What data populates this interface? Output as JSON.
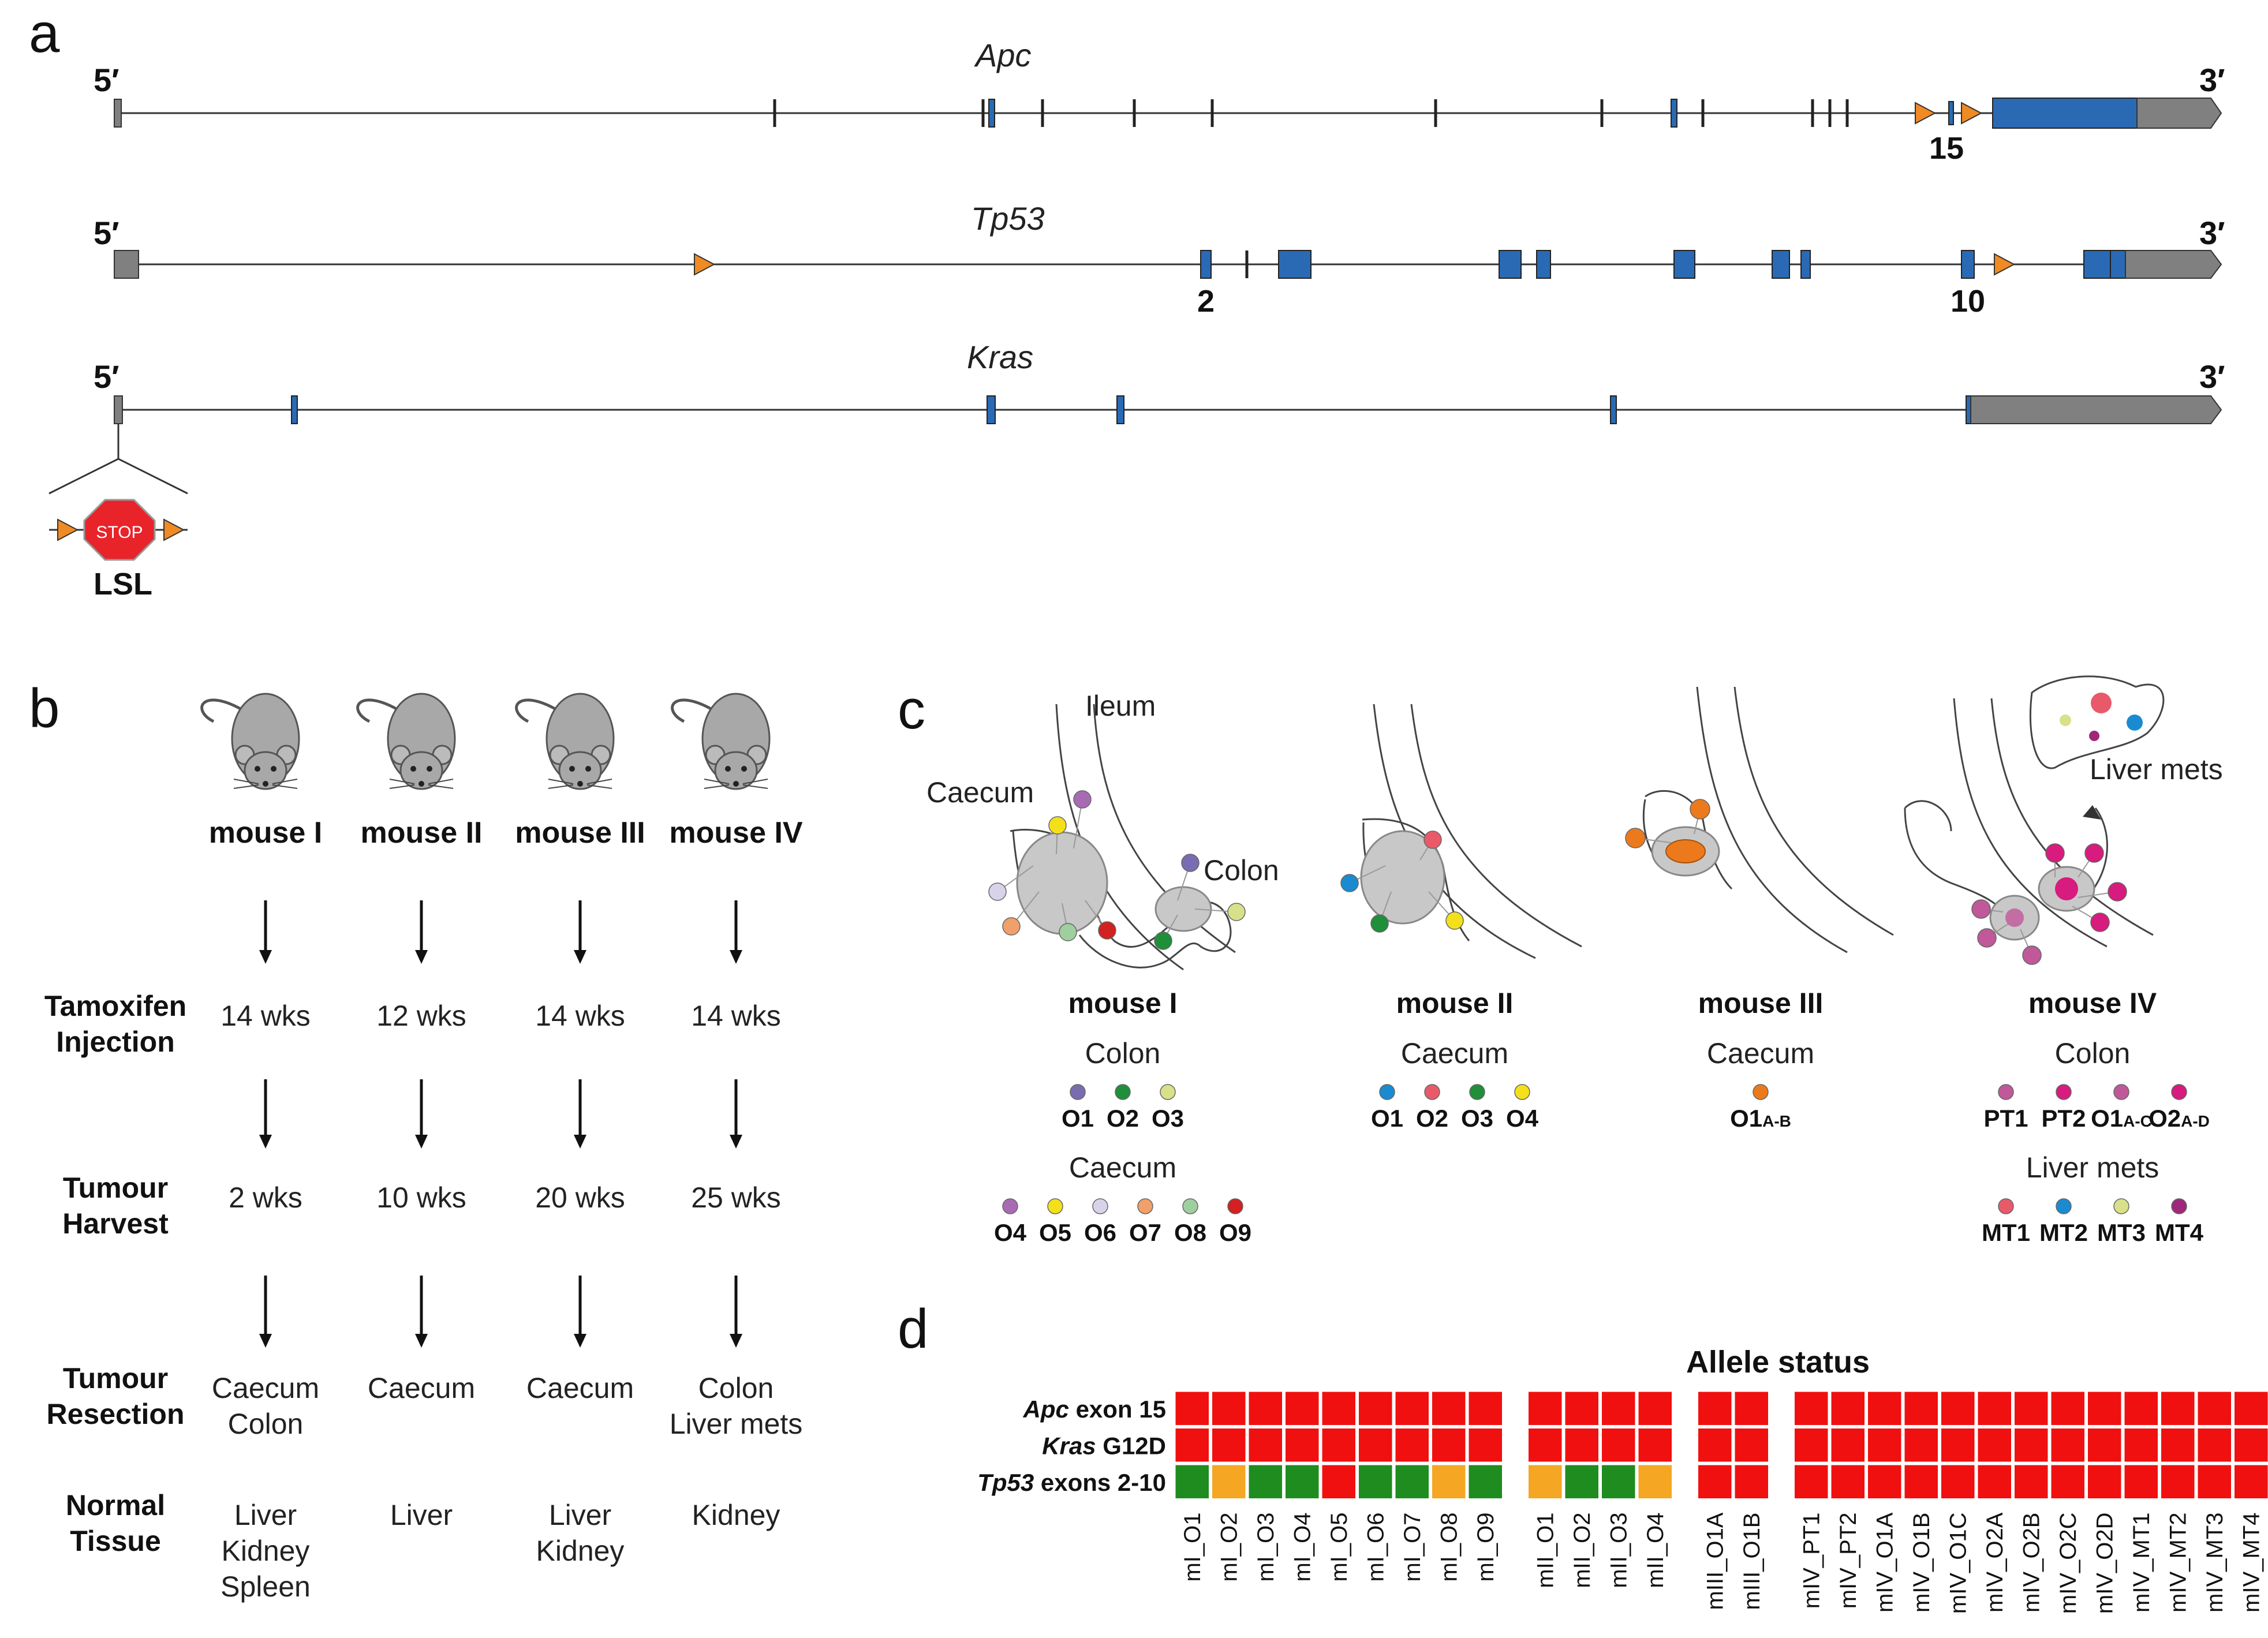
{
  "panels": {
    "a": "a",
    "b": "b",
    "c": "c",
    "d": "d"
  },
  "panel_a": {
    "five_prime": "5′",
    "three_prime": "3′",
    "genes": [
      {
        "name": "Apc",
        "exon_label": "15"
      },
      {
        "name": "Tp53",
        "exon_labels": [
          "2",
          "10"
        ]
      },
      {
        "name": "Kras"
      }
    ],
    "stop_label": "STOP",
    "lsl_label": "LSL",
    "colors": {
      "exon": "#2a6ab5",
      "utr": "#808080",
      "loxp": "#f08a24",
      "stop": "#e8232a"
    }
  },
  "panel_b": {
    "mice": [
      "mouse I",
      "mouse II",
      "mouse III",
      "mouse IV"
    ],
    "rows": [
      {
        "label": [
          "Tamoxifen",
          "Injection"
        ],
        "values": [
          [
            "14 wks"
          ],
          [
            "12 wks"
          ],
          [
            "14 wks"
          ],
          [
            "14 wks"
          ]
        ]
      },
      {
        "label": [
          "Tumour",
          "Harvest"
        ],
        "values": [
          [
            "2 wks"
          ],
          [
            "10 wks"
          ],
          [
            "20 wks"
          ],
          [
            "25 wks"
          ]
        ]
      },
      {
        "label": [
          "Tumour",
          "Resection"
        ],
        "values": [
          [
            "Caecum",
            "Colon"
          ],
          [
            "Caecum"
          ],
          [
            "Caecum"
          ],
          [
            "Colon",
            "Liver mets"
          ]
        ]
      },
      {
        "label": [
          "Normal",
          "Tissue"
        ],
        "values": [
          [
            "Liver",
            "Kidney",
            "Spleen"
          ],
          [
            "Liver"
          ],
          [
            "Liver",
            "Kidney"
          ],
          [
            "Kidney"
          ]
        ]
      }
    ]
  },
  "panel_c": {
    "anatomy": {
      "ileum": "Ileum",
      "caecum": "Caecum",
      "colon": "Colon",
      "liver_mets": "Liver mets"
    },
    "mice": [
      {
        "title": "mouse I",
        "groups": [
          {
            "site": "Colon",
            "items": [
              {
                "label": "O1",
                "color": "#7a6cb0"
              },
              {
                "label": "O2",
                "color": "#1f8f3a"
              },
              {
                "label": "O3",
                "color": "#d8e08a"
              }
            ]
          },
          {
            "site": "Caecum",
            "items": [
              {
                "label": "O4",
                "color": "#a86bb3"
              },
              {
                "label": "O5",
                "color": "#f4e01a"
              },
              {
                "label": "O6",
                "color": "#d9d3ea"
              },
              {
                "label": "O7",
                "color": "#f0a06a"
              },
              {
                "label": "O8",
                "color": "#9fcf9f"
              },
              {
                "label": "O9",
                "color": "#d32020"
              }
            ]
          }
        ]
      },
      {
        "title": "mouse II",
        "groups": [
          {
            "site": "Caecum",
            "items": [
              {
                "label": "O1",
                "color": "#1a8bd0"
              },
              {
                "label": "O2",
                "color": "#e85a6a"
              },
              {
                "label": "O3",
                "color": "#1f8f3a"
              },
              {
                "label": "O4",
                "color": "#f4e01a"
              }
            ]
          }
        ]
      },
      {
        "title": "mouse III",
        "groups": [
          {
            "site": "Caecum",
            "items": [
              {
                "label": "O1",
                "sub": "A-B",
                "color": "#ec7a1c"
              }
            ]
          }
        ]
      },
      {
        "title": "mouse IV",
        "groups": [
          {
            "site": "Colon",
            "items": [
              {
                "label": "PT1",
                "color": "#c0589a"
              },
              {
                "label": "PT2",
                "color": "#d81b7e"
              },
              {
                "label": "O1",
                "sub": "A-C",
                "color": "#c0589a"
              },
              {
                "label": "O2",
                "sub": "A-D",
                "color": "#d81b7e"
              }
            ]
          },
          {
            "site": "Liver mets",
            "items": [
              {
                "label": "MT1",
                "color": "#e85a6a"
              },
              {
                "label": "MT2",
                "color": "#1a8bd0"
              },
              {
                "label": "MT3",
                "color": "#d8e08a"
              },
              {
                "label": "MT4",
                "color": "#a0287a"
              }
            ]
          }
        ]
      }
    ]
  },
  "panel_d": {
    "title": "Allele status",
    "rows": [
      {
        "italic": "Apc",
        "rest": " exon 15"
      },
      {
        "italic": "Kras",
        "rest": " G12D"
      },
      {
        "italic": "Tp53",
        "rest": " exons 2-10"
      }
    ],
    "colors": {
      "R": "#f01010",
      "Y": "#f5a623",
      "G": "#1e8c1e"
    },
    "groups": [
      {
        "columns": [
          "mI_O1",
          "mI_O2",
          "mI_O3",
          "mI_O4",
          "mI_O5",
          "mI_O6",
          "mI_O7",
          "mI_O8",
          "mI_O9"
        ],
        "status": [
          [
            "R",
            "R",
            "R",
            "R",
            "R",
            "R",
            "R",
            "R",
            "R"
          ],
          [
            "R",
            "R",
            "R",
            "R",
            "R",
            "R",
            "R",
            "R",
            "R"
          ],
          [
            "G",
            "Y",
            "G",
            "G",
            "R",
            "G",
            "G",
            "Y",
            "G"
          ]
        ]
      },
      {
        "columns": [
          "mII_O1",
          "mII_O2",
          "mII_O3",
          "mII_O4"
        ],
        "status": [
          [
            "R",
            "R",
            "R",
            "R"
          ],
          [
            "R",
            "R",
            "R",
            "R"
          ],
          [
            "Y",
            "G",
            "G",
            "Y"
          ]
        ]
      },
      {
        "columns": [
          "mIII_O1A",
          "mIII_O1B"
        ],
        "status": [
          [
            "R",
            "R"
          ],
          [
            "R",
            "R"
          ],
          [
            "R",
            "R"
          ]
        ]
      },
      {
        "columns": [
          "mIV_PT1",
          "mIV_PT2",
          "mIV_O1A",
          "mIV_O1B",
          "mIV_O1C",
          "mIV_O2A",
          "mIV_O2B",
          "mIV_O2C",
          "mIV_O2D",
          "mIV_MT1",
          "mIV_MT2",
          "mIV_MT3",
          "mIV_MT4"
        ],
        "status": [
          [
            "R",
            "R",
            "R",
            "R",
            "R",
            "R",
            "R",
            "R",
            "R",
            "R",
            "R",
            "R",
            "R"
          ],
          [
            "R",
            "R",
            "R",
            "R",
            "R",
            "R",
            "R",
            "R",
            "R",
            "R",
            "R",
            "R",
            "R"
          ],
          [
            "R",
            "R",
            "R",
            "R",
            "R",
            "R",
            "R",
            "R",
            "R",
            "R",
            "R",
            "R",
            "R"
          ]
        ]
      }
    ]
  }
}
